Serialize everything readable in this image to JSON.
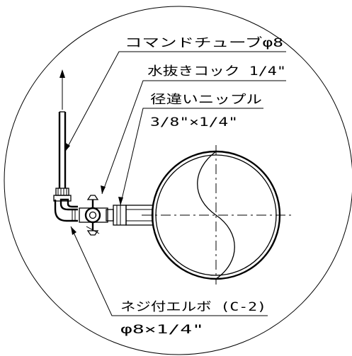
{
  "labels": {
    "command_tube": "コマンドチューブφ8",
    "drain_cock": "水抜きコック 1/4\"",
    "reducing_nipple": "径違いニップル",
    "reducing_nipple_size": "3/8\"×1/4\"",
    "threaded_elbow": "ネジ付エルボ (C-2)",
    "threaded_elbow_size": "φ8×1/4\""
  }
}
